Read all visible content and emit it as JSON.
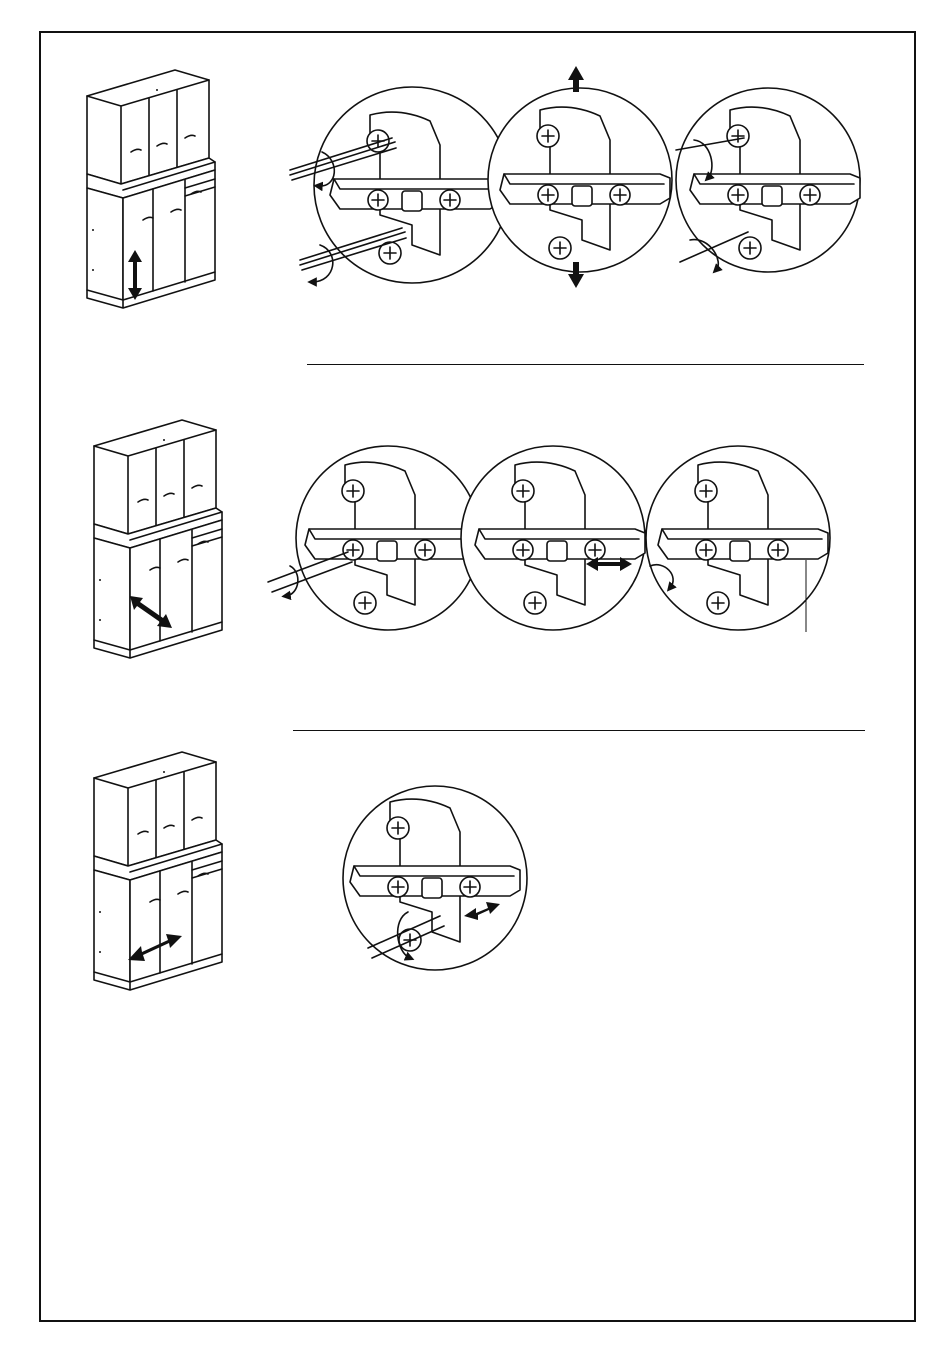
{
  "page": {
    "background": "#ffffff",
    "line_color": "#111111"
  },
  "steps": [
    {
      "adjustment": "vertical",
      "cabinet_arrow": "double-arrow-vertical-icon",
      "detail_views": 3
    },
    {
      "adjustment": "depth",
      "cabinet_arrow": "double-arrow-diagonal-icon",
      "detail_views": 3
    },
    {
      "adjustment": "lateral",
      "cabinet_arrow": "double-arrow-horizontal-icon",
      "detail_views": 1
    }
  ]
}
